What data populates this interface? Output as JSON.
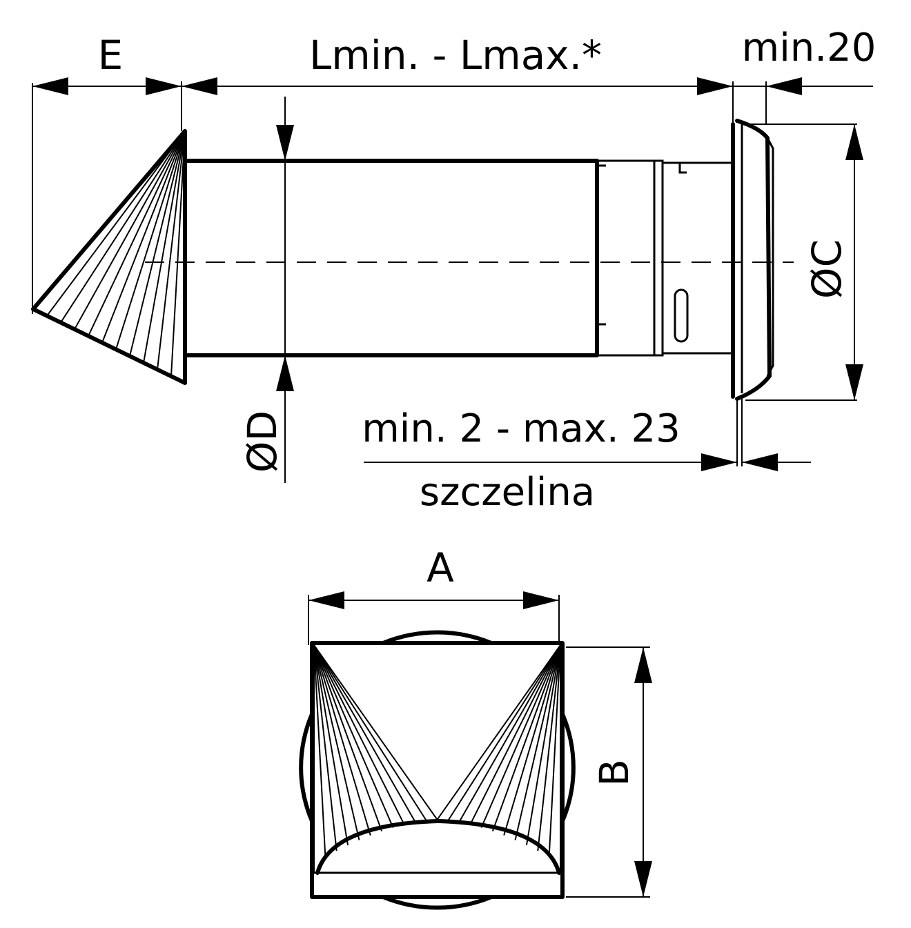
{
  "labels": {
    "E": "E",
    "L": "Lmin. - Lmax.*",
    "min20": "min.20",
    "C": "ØC",
    "D": "ØD",
    "gap": "min. 2 - max. 23",
    "gap_name": "szczelina",
    "A": "A",
    "B": "B"
  },
  "colors": {
    "line": "#000000",
    "background": "#ffffff"
  }
}
